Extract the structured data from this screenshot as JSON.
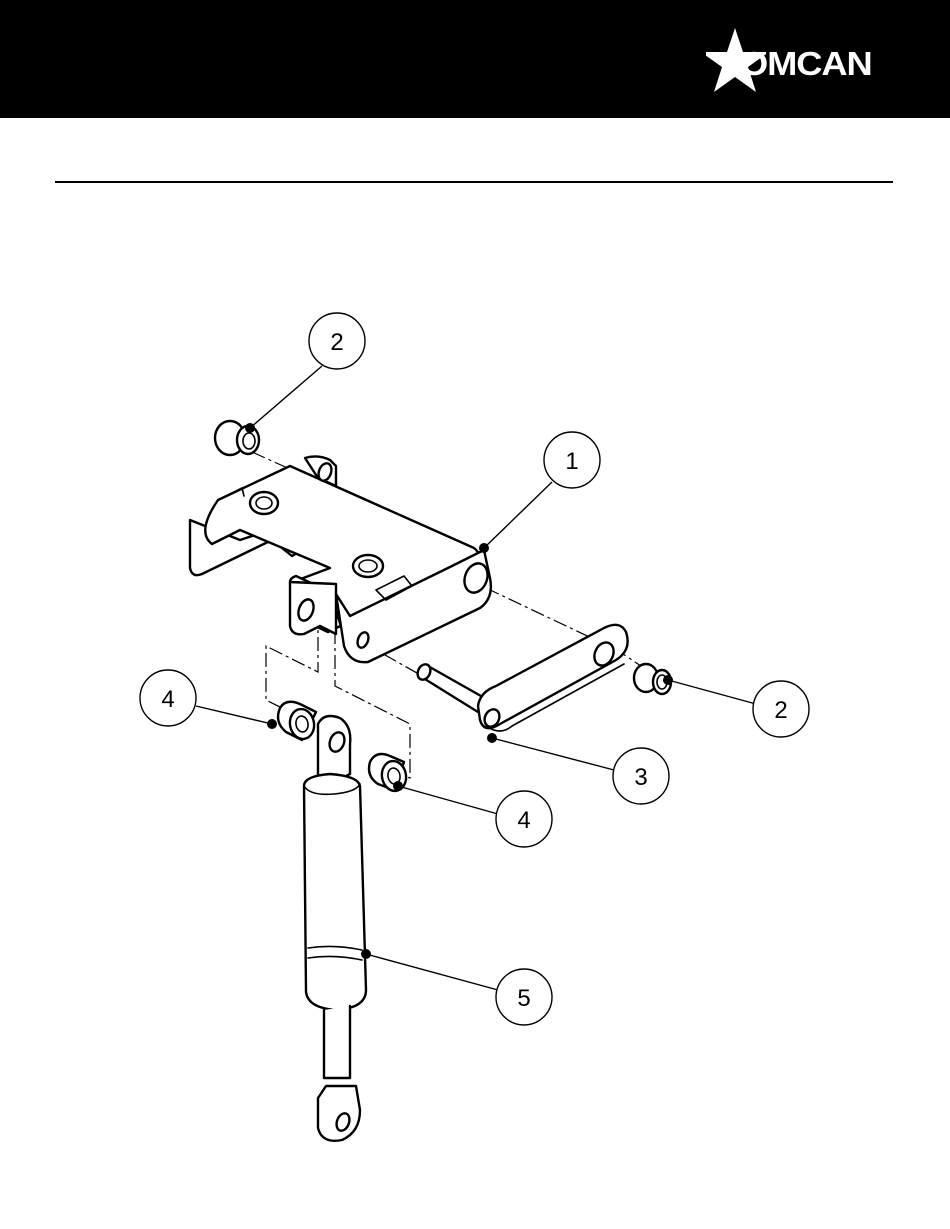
{
  "header": {
    "brand": "OMCAN",
    "colors": {
      "bar": "#000000",
      "logo": "#ffffff"
    }
  },
  "diagram": {
    "callouts": [
      {
        "id": "c1",
        "label": "1"
      },
      {
        "id": "c2a",
        "label": "2"
      },
      {
        "id": "c2b",
        "label": "2"
      },
      {
        "id": "c3",
        "label": "3"
      },
      {
        "id": "c4a",
        "label": "4"
      },
      {
        "id": "c4b",
        "label": "4"
      },
      {
        "id": "c5",
        "label": "5"
      }
    ]
  }
}
